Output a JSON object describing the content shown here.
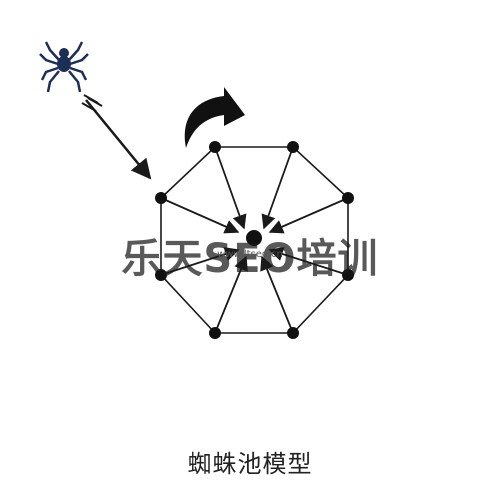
{
  "diagram": {
    "caption": "蜘蛛池模型",
    "watermark": "乐天SEO培训",
    "small_watermark": "www.ltseo.cn",
    "colors": {
      "line": "#1a1a1a",
      "node": "#111111",
      "spider": "#1d2f56",
      "background": "#ffffff"
    },
    "icons": {
      "spider": "spider-icon",
      "curved_arrow": "curved-arrow-icon",
      "entry_arrow": "entry-arrow-icon"
    }
  }
}
